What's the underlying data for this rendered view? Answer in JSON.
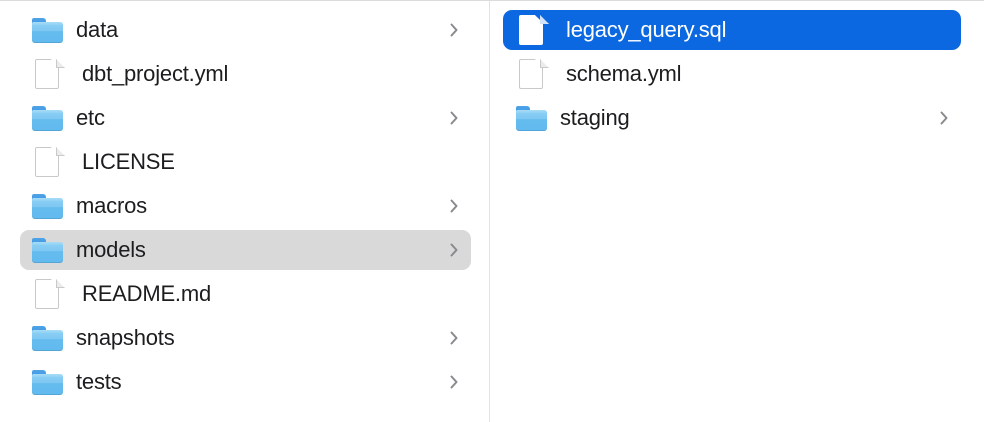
{
  "app": {
    "name": "Finder",
    "view_mode": "column",
    "colors": {
      "active_selection": "#0b68e0",
      "inactive_selection": "#d9d9d9",
      "folder_blue": "#7ec8f3",
      "label_text": "#1d1d1f",
      "selected_label_text": "#ffffff",
      "chevron_gray": "#8a8a8e",
      "divider": "#e2e2e2",
      "background": "#ffffff"
    }
  },
  "columns": [
    {
      "name": "parent-column",
      "items": [
        {
          "label": "data",
          "kind": "folder",
          "icon": "folder-icon",
          "has_chevron": true,
          "selected": false
        },
        {
          "label": "dbt_project.yml",
          "kind": "file",
          "icon": "document-icon",
          "has_chevron": false,
          "selected": false
        },
        {
          "label": "etc",
          "kind": "folder",
          "icon": "folder-icon",
          "has_chevron": true,
          "selected": false
        },
        {
          "label": "LICENSE",
          "kind": "file",
          "icon": "document-icon",
          "has_chevron": false,
          "selected": false
        },
        {
          "label": "macros",
          "kind": "folder",
          "icon": "folder-icon",
          "has_chevron": true,
          "selected": false
        },
        {
          "label": "models",
          "kind": "folder",
          "icon": "folder-icon",
          "has_chevron": true,
          "selected": "inactive"
        },
        {
          "label": "README.md",
          "kind": "file",
          "icon": "document-icon",
          "has_chevron": false,
          "selected": false
        },
        {
          "label": "snapshots",
          "kind": "folder",
          "icon": "folder-icon",
          "has_chevron": true,
          "selected": false
        },
        {
          "label": "tests",
          "kind": "folder",
          "icon": "folder-icon",
          "has_chevron": true,
          "selected": false
        }
      ]
    },
    {
      "name": "child-column",
      "items": [
        {
          "label": "legacy_query.sql",
          "kind": "file",
          "icon": "document-icon",
          "has_chevron": false,
          "selected": "active"
        },
        {
          "label": "schema.yml",
          "kind": "file",
          "icon": "document-icon",
          "has_chevron": false,
          "selected": false
        },
        {
          "label": "staging",
          "kind": "folder",
          "icon": "folder-icon",
          "has_chevron": true,
          "selected": false
        }
      ]
    }
  ]
}
